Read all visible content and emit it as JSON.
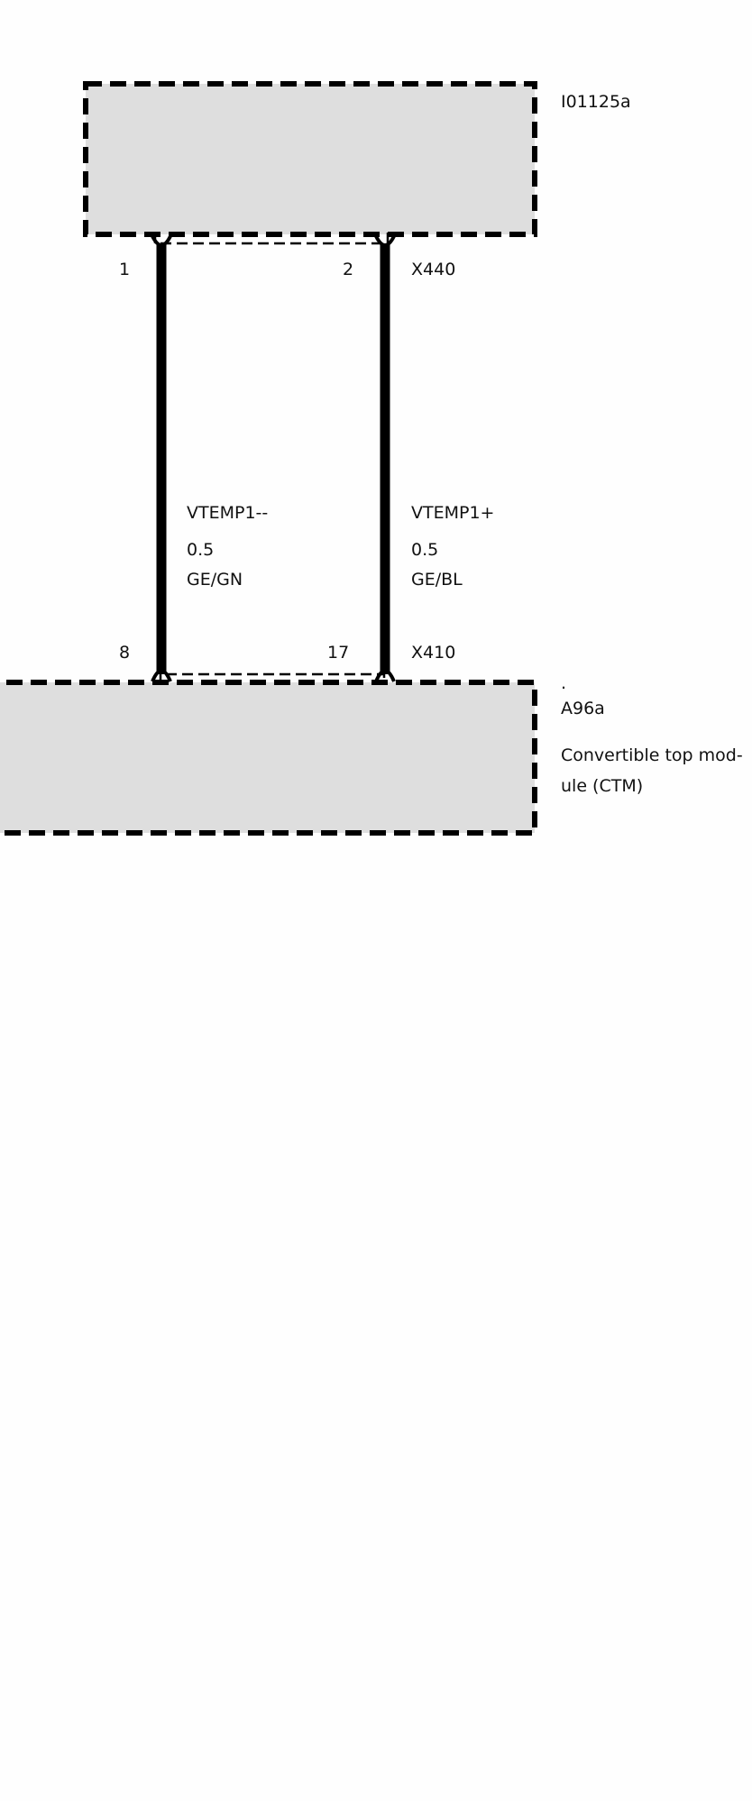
{
  "components": {
    "top": {
      "id": "I01125a"
    },
    "bottom": {
      "dot": ".",
      "id": "A96a",
      "name_line1": "Convertible top mod-",
      "name_line2": "ule (CTM)"
    }
  },
  "connectors": {
    "top": {
      "id": "X440",
      "pins": [
        "1",
        "2"
      ]
    },
    "bottom": {
      "id": "X410",
      "pins": [
        "8",
        "17"
      ]
    }
  },
  "wires": [
    {
      "signal": "VTEMP1--",
      "gauge": "0.5",
      "color": "GE/GN"
    },
    {
      "signal": "VTEMP1+",
      "gauge": "0.5",
      "color": "GE/BL"
    }
  ],
  "colors": {
    "box_fill": "#dedede",
    "line": "#000000"
  }
}
